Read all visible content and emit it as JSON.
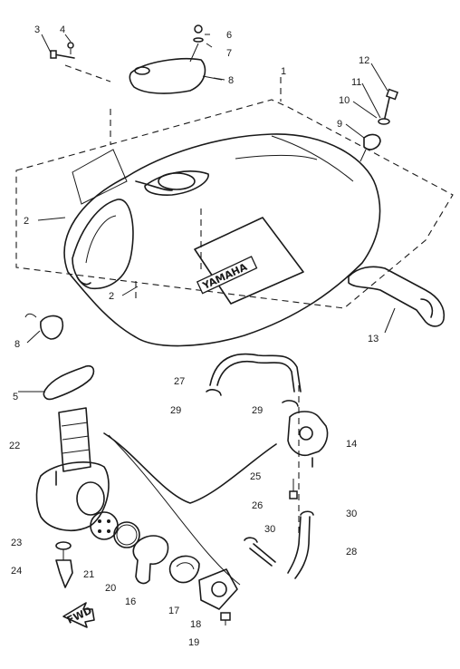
{
  "callouts": {
    "n1": "1",
    "n2a": "2",
    "n2b": "2",
    "n3": "3",
    "n4": "4",
    "n5": "5",
    "n6": "6",
    "n7": "7",
    "n8a": "8",
    "n8b": "8",
    "n9": "9",
    "n10": "10",
    "n11": "11",
    "n12": "12",
    "n13": "13",
    "n14": "14",
    "n16": "16",
    "n17": "17",
    "n18": "18",
    "n19": "19",
    "n20": "20",
    "n21": "21",
    "n22": "22",
    "n23": "23",
    "n24": "24",
    "n25": "25",
    "n26": "26",
    "n27": "27",
    "n28": "28",
    "n29a": "29",
    "n29b": "29",
    "n30a": "30",
    "n30b": "30"
  },
  "tank_emblem": "YAMAHA",
  "fwd_arrow": "FWD"
}
